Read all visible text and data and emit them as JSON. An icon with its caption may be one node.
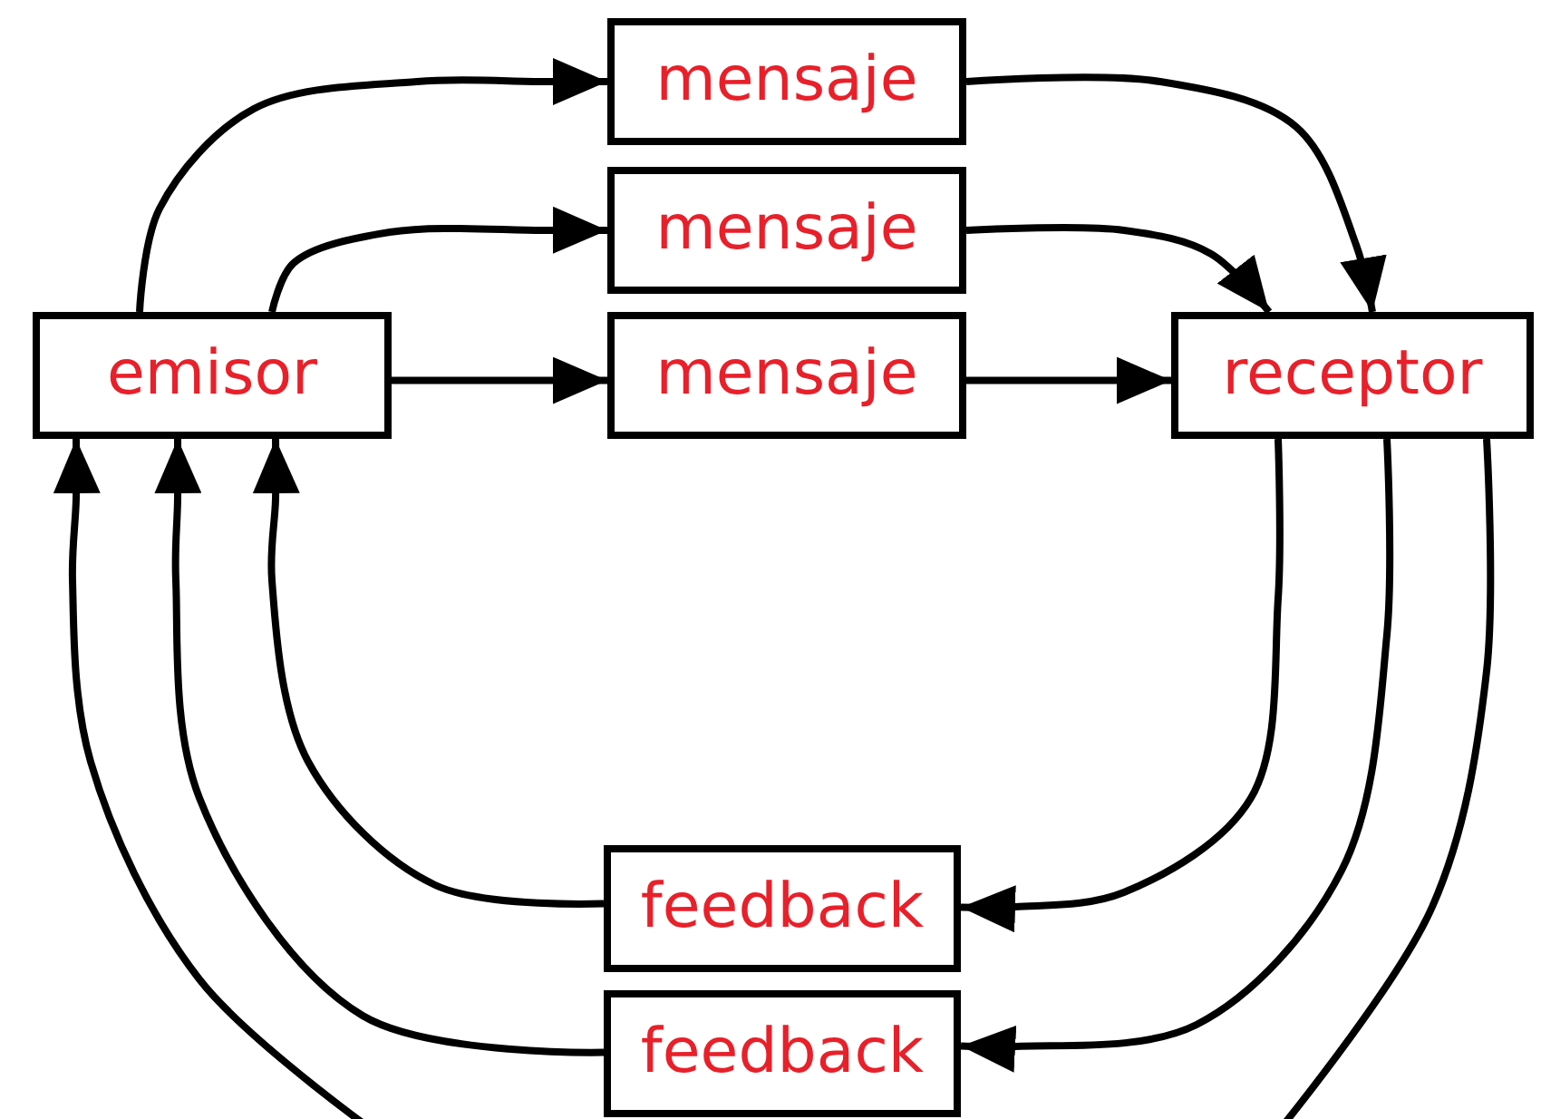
{
  "diagram": {
    "nodes": [
      {
        "text": [
          "emisor"
        ]
      },
      {
        "text": [
          "mensaje"
        ]
      },
      {
        "text": [
          "mensaje"
        ]
      },
      {
        "text": [
          "mensaje"
        ]
      },
      {
        "text": [
          "receptor"
        ]
      },
      {
        "text": [
          "feedback"
        ]
      },
      {
        "text": [
          "feedback"
        ]
      }
    ],
    "edges": [
      {
        "from": 0,
        "to": 1,
        "arrow": "to"
      },
      {
        "from": 0,
        "to": 2,
        "arrow": "to"
      },
      {
        "from": 0,
        "to": 3,
        "arrow": "to"
      },
      {
        "from": 1,
        "to": 4,
        "arrow": "to"
      },
      {
        "from": 2,
        "to": 4,
        "arrow": "to"
      },
      {
        "from": 3,
        "to": 4,
        "arrow": "to"
      },
      {
        "from": 4,
        "to": 5,
        "arrow": "to"
      },
      {
        "from": 4,
        "to": 6,
        "arrow": "to"
      },
      {
        "from": 4,
        "to": null,
        "arrow": "none"
      },
      {
        "from": 5,
        "to": 0,
        "arrow": "to"
      },
      {
        "from": 6,
        "to": 0,
        "arrow": "to"
      },
      {
        "from": null,
        "to": 0,
        "arrow": "to"
      }
    ]
  }
}
